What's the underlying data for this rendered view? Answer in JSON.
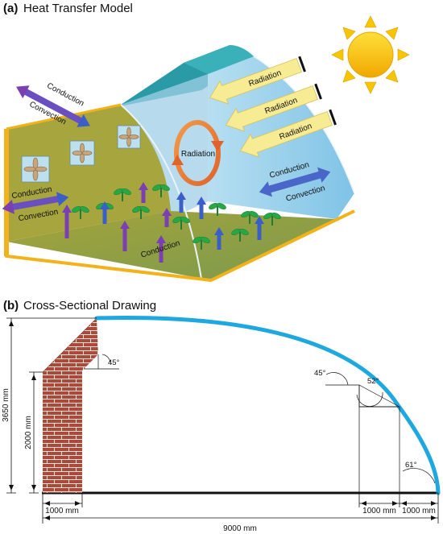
{
  "panel_a": {
    "tag": "(a)",
    "title": "Heat Transfer Model",
    "labels": {
      "conduction_wall_top": "Conduction",
      "convection_wall_top": "Convection",
      "conduction_wall_low": "Conduction",
      "convection_wall_low": "Convection",
      "radiation_inner": "Radiation",
      "conduction_ground": "Conduction",
      "conduction_right": "Conduction",
      "convection_right": "Convection",
      "radiation_1": "Radiation",
      "radiation_2": "Radiation",
      "radiation_3": "Radiation"
    },
    "colors": {
      "roof_teal": "#2a9aa6",
      "film_blue": "#9fd0ea",
      "floor_olive": "#8a9c3c",
      "wall_olive": "#a7a53e",
      "frame_yellow": "#f2b21b",
      "conduction_arrow": "#7a3fb0",
      "convection_arrow": "#3b5fc8",
      "radiation_arrow": "#f7eb93",
      "sun": "#f7c600",
      "plant": "#28a745"
    }
  },
  "panel_b": {
    "tag": "(b)",
    "title": "Cross-Sectional Drawing",
    "dimensions": {
      "height_total": "3650 mm",
      "height_wall": "2000 mm",
      "width_wall": "1000 mm",
      "width_seg_1": "1000 mm",
      "width_seg_2": "1000 mm",
      "width_total": "9000 mm"
    },
    "angles": {
      "wall_slope": "45°",
      "arc_1": "45°",
      "arc_2": "52°",
      "arc_3": "61°"
    },
    "colors": {
      "arc": "#1fa8e0",
      "brick": "#a94a3a",
      "mortar": "#e8e2dc"
    }
  }
}
